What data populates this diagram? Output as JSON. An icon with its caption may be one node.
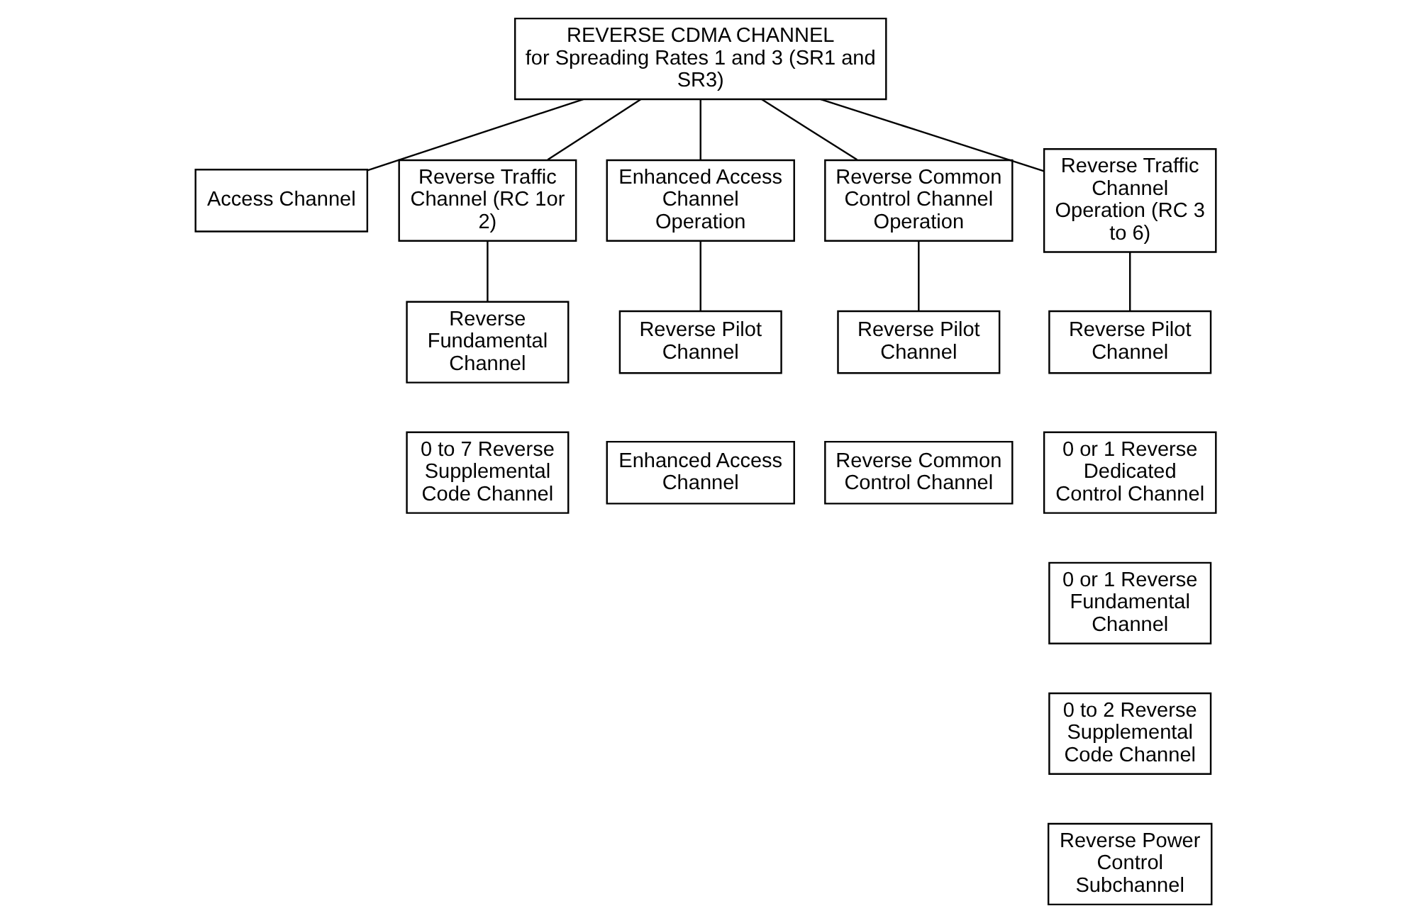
{
  "diagram": {
    "nodes": [
      {
        "text": [
          "REVERSE CDMA CHANNEL",
          "for Spreading Rates 1 and 3 (SR1 and SR3)"
        ]
      },
      {
        "text": [
          "Access Channel"
        ]
      },
      {
        "text": [
          "Reverse Traffic Channel (RC 1or  2)"
        ]
      },
      {
        "text": [
          "Enhanced Access Channel Operation"
        ]
      },
      {
        "text": [
          "Reverse Common Control Channel Operation"
        ]
      },
      {
        "text": [
          "Reverse Traffic Channel Operation (RC 3 to 6)"
        ]
      },
      {
        "text": [
          "Reverse Fundamental Channel"
        ]
      },
      {
        "text": [
          "0 to 7 Reverse Supplemental Code Channel"
        ]
      },
      {
        "text": [
          "Reverse Pilot Channel"
        ]
      },
      {
        "text": [
          "Enhanced Access Channel"
        ]
      },
      {
        "text": [
          "Reverse Pilot Channel"
        ]
      },
      {
        "text": [
          "Reverse Common Control Channel"
        ]
      },
      {
        "text": [
          "Reverse Pilot Channel"
        ]
      },
      {
        "text": [
          "0 or 1 Reverse Dedicated Control Channel"
        ]
      },
      {
        "text": [
          "0 or 1 Reverse Fundamental Channel"
        ]
      },
      {
        "text": [
          "0 to 2 Reverse Supplemental Code Channel"
        ]
      },
      {
        "text": [
          "Reverse Power Control Subchannel"
        ]
      }
    ],
    "edges": [
      {
        "from": 0,
        "to": 1,
        "arrow": "none"
      },
      {
        "from": 0,
        "to": 2,
        "arrow": "none"
      },
      {
        "from": 0,
        "to": 3,
        "arrow": "none"
      },
      {
        "from": 0,
        "to": 4,
        "arrow": "none"
      },
      {
        "from": 0,
        "to": 5,
        "arrow": "none"
      },
      {
        "from": 2,
        "to": 6,
        "arrow": "none"
      },
      {
        "from": 3,
        "to": 8,
        "arrow": "none"
      },
      {
        "from": 4,
        "to": 10,
        "arrow": "none"
      },
      {
        "from": 5,
        "to": 12,
        "arrow": "none"
      }
    ]
  }
}
